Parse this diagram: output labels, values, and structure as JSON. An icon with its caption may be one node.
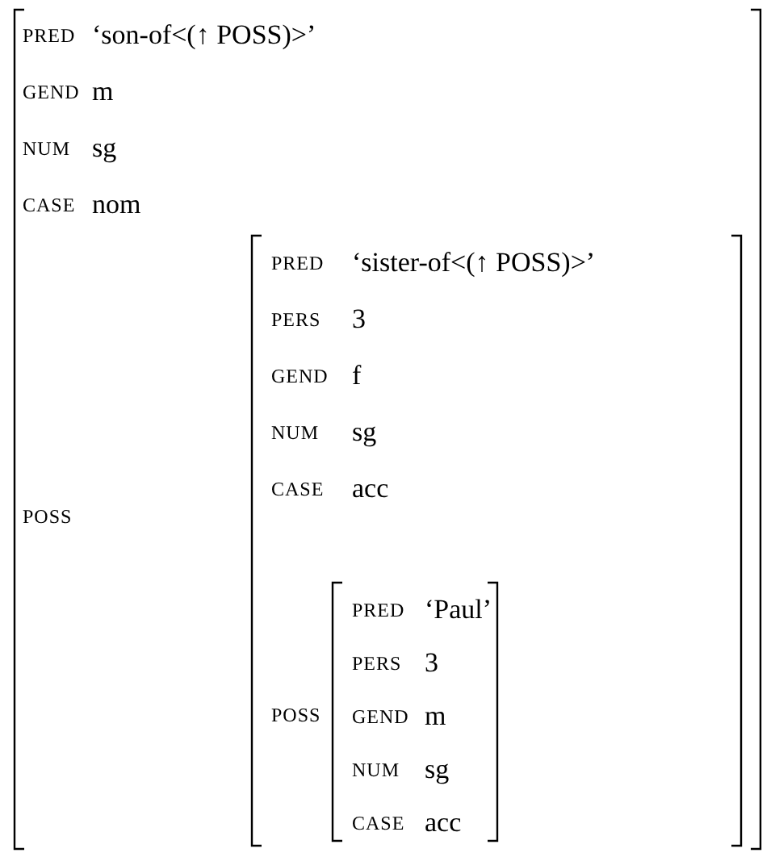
{
  "diagram": {
    "nodes": [
      {
        "text": [
          "PRED",
          "‘son-of<(↑ POSS)>’",
          "GEND",
          "m",
          "NUM",
          "sg",
          "CASE",
          "nom",
          "POSS"
        ]
      },
      {
        "text": [
          "PRED",
          "‘sister-of<(↑ POSS)>’",
          "PERS",
          "3",
          "GEND",
          "f",
          "NUM",
          "sg",
          "CASE",
          "acc",
          "POSS"
        ],
        "in": 0
      },
      {
        "text": [
          "PRED",
          "‘Paul’",
          "PERS",
          "3",
          "GEND",
          "m",
          "NUM",
          "sg",
          "CASE",
          "acc"
        ],
        "in": 1
      }
    ],
    "edges": []
  }
}
